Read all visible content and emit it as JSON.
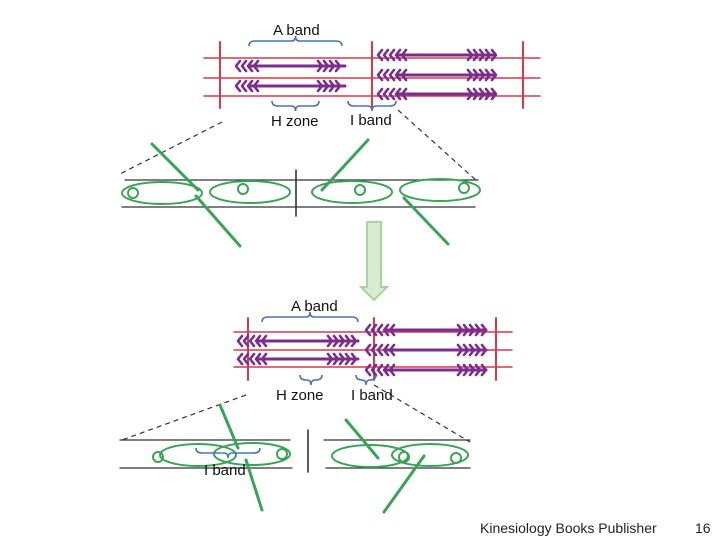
{
  "top_diagram": {
    "a_band_label": "A band",
    "h_zone_label": "H zone",
    "i_band_label": "I band"
  },
  "bottom_diagram": {
    "a_band_label": "A band",
    "h_zone_label": "H zone",
    "i_band_label": "I band",
    "i_band_lower_label": "I band"
  },
  "footer": {
    "publisher": "Kinesiology Books Publisher",
    "page_number": "16"
  },
  "colors": {
    "z_line": "#d9394a",
    "myosin": "#7a2d8c",
    "brace": "#4a73b8",
    "myosin_head": "#3aa357",
    "arrow_fill": "#d9ecd3",
    "arrow_stroke": "#a8d399",
    "line_dark": "#333333"
  }
}
